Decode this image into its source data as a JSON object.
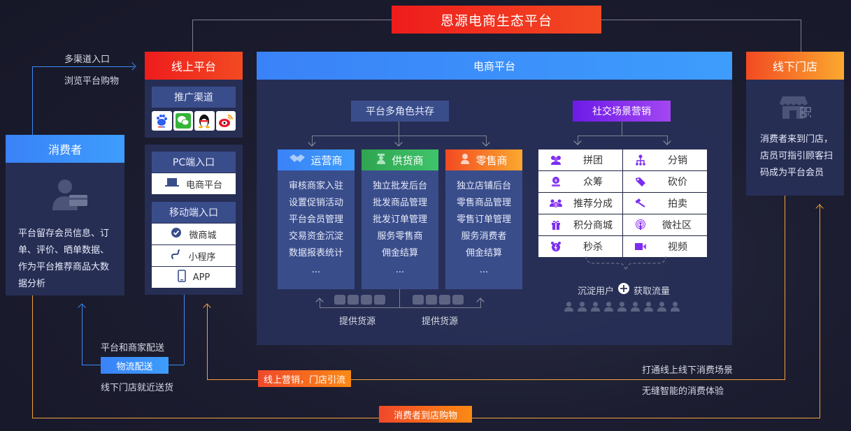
{
  "title": "恩源电商生态平台",
  "consumer": {
    "header": "消费者",
    "description": "平台留存会员信息、订单、评价、晒单数据、作为平台推荐商品大数据分析",
    "icon": "user-card-icon"
  },
  "consumer_to_online": {
    "line1": "多渠道入口",
    "line2": "浏览平台购物"
  },
  "online_platform": {
    "header": "线上平台",
    "promo_channels": {
      "label": "推广渠道",
      "icons": [
        "baidu-icon",
        "wechat-icon",
        "qq-icon",
        "weibo-icon"
      ]
    },
    "pc_entry": {
      "label": "PC端入口",
      "items": [
        {
          "icon": "laptop-icon",
          "label": "电商平台"
        }
      ]
    },
    "mobile_entry": {
      "label": "移动端入口",
      "items": [
        {
          "icon": "wechat-shop-icon",
          "label": "微商城"
        },
        {
          "icon": "mini-program-icon",
          "label": "小程序"
        },
        {
          "icon": "phone-icon",
          "label": "APP"
        }
      ]
    }
  },
  "ecommerce": {
    "header": "电商平台",
    "multi_role": {
      "label": "平台多角色共存",
      "roles": [
        {
          "name": "运营商",
          "icon": "handshake-icon",
          "color": "#3a82f8",
          "items": [
            "审核商家入驻",
            "设置促销活动",
            "平台会员管理",
            "交易资金沉淀",
            "数据报表统计",
            "..."
          ]
        },
        {
          "name": "供货商",
          "icon": "farmer-icon",
          "color": "#2fa451",
          "items": [
            "独立批发后台",
            "批发商品管理",
            "批发订单管理",
            "服务零售商",
            "佣金结算",
            "..."
          ]
        },
        {
          "name": "零售商",
          "icon": "retailer-icon",
          "color": "#f24a22",
          "items": [
            "独立店铺后台",
            "零售商品管理",
            "零售订单管理",
            "服务消费者",
            "佣金结算",
            "..."
          ]
        }
      ],
      "supply_left": "提供货源",
      "supply_right": "提供货源"
    },
    "social": {
      "label": "社交场景营销",
      "features": [
        {
          "icon": "group-buy-icon",
          "label": "拼团"
        },
        {
          "icon": "distribution-icon",
          "label": "分销"
        },
        {
          "icon": "crowdfunding-icon",
          "label": "众筹"
        },
        {
          "icon": "bargain-tag-icon",
          "label": "砍价"
        },
        {
          "icon": "referral-bonus-icon",
          "label": "推荐分成"
        },
        {
          "icon": "auction-hammer-icon",
          "label": "拍卖"
        },
        {
          "icon": "gift-icon",
          "label": "积分商城"
        },
        {
          "icon": "podcast-icon",
          "label": "微社区"
        },
        {
          "icon": "alarm-clock-icon",
          "label": "秒杀"
        },
        {
          "icon": "video-camera-icon",
          "label": "视频"
        }
      ],
      "summary_left": "沉淀用户",
      "summary_right": "获取流量",
      "user_icon_count": 9
    }
  },
  "offline_store": {
    "header": "线下门店",
    "description": "消费者来到门店，店员可指引顾客扫码成为平台会员",
    "icon": "store-qr-icon"
  },
  "logistics": {
    "top": "平台和商家配送",
    "badge": "物流配送",
    "bottom": "线下门店就近送货"
  },
  "online_marketing": {
    "badge": "线上营销，门店引流",
    "right_line1": "打通线上线下消费场景",
    "right_line2": "无缝智能的消费体验"
  },
  "instore": {
    "badge": "消费者到店购物"
  },
  "colors": {
    "red": "#ee1c1c",
    "orange": "#fba92f",
    "blue": "#3a82f8",
    "green": "#2fa451",
    "purple": "#6d1be6",
    "panel": "#283058",
    "subhead": "#3a4d8b"
  }
}
